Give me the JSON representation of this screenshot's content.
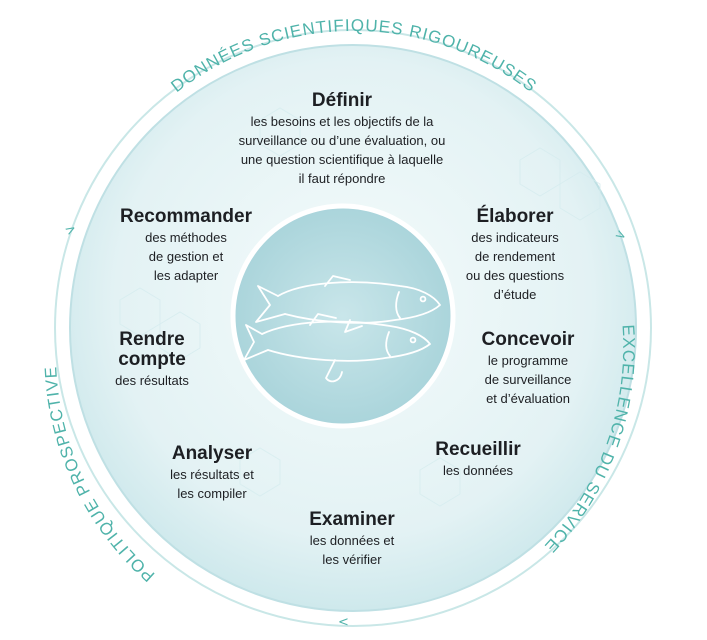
{
  "colors": {
    "ring_stroke": "#bfe3e3",
    "arc_text": "#4fb3aa",
    "disc_light": "#eef8f9",
    "disc_dark": "#a9d3da",
    "center_fill": "#b5dce1",
    "fish_line": "#ffffff",
    "text": "#1d1f23"
  },
  "outer_labels": {
    "top": "DONNÉES SCIENTIFIQUES RIGOUREUSES",
    "right": "EXCELLENCE DU SERVICE",
    "left": "POLITIQUE PROSPECTIVE"
  },
  "arrows": {
    "top_left": ">",
    "top_right": ">",
    "bottom": "<"
  },
  "center_icon": "two-salmon-icon",
  "steps": [
    {
      "id": "definir",
      "title": [
        "Définir"
      ],
      "desc": [
        "les besoins et les objectifs de la",
        "surveillance ou d’une évaluation, ou",
        "une question scientifique à laquelle",
        "il faut répondre"
      ]
    },
    {
      "id": "elaborer",
      "title": [
        "Élaborer"
      ],
      "desc": [
        "des indicateurs",
        "de rendement",
        "ou des questions",
        "d’étude"
      ]
    },
    {
      "id": "concevoir",
      "title": [
        "Concevoir"
      ],
      "desc": [
        "le programme",
        "de surveillance",
        "et d’évaluation"
      ]
    },
    {
      "id": "recueillir",
      "title": [
        "Recueillir"
      ],
      "desc": [
        "les données"
      ]
    },
    {
      "id": "examiner",
      "title": [
        "Examiner"
      ],
      "desc": [
        "les données et",
        "les vérifier"
      ]
    },
    {
      "id": "analyser",
      "title": [
        "Analyser"
      ],
      "desc": [
        "les résultats et",
        "les compiler"
      ]
    },
    {
      "id": "rendre-compte",
      "title": [
        "Rendre",
        "compte"
      ],
      "desc": [
        "des résultats"
      ]
    },
    {
      "id": "recommander",
      "title": [
        "Recommander"
      ],
      "desc": [
        "des méthodes",
        "de gestion et",
        "les adapter"
      ]
    }
  ]
}
